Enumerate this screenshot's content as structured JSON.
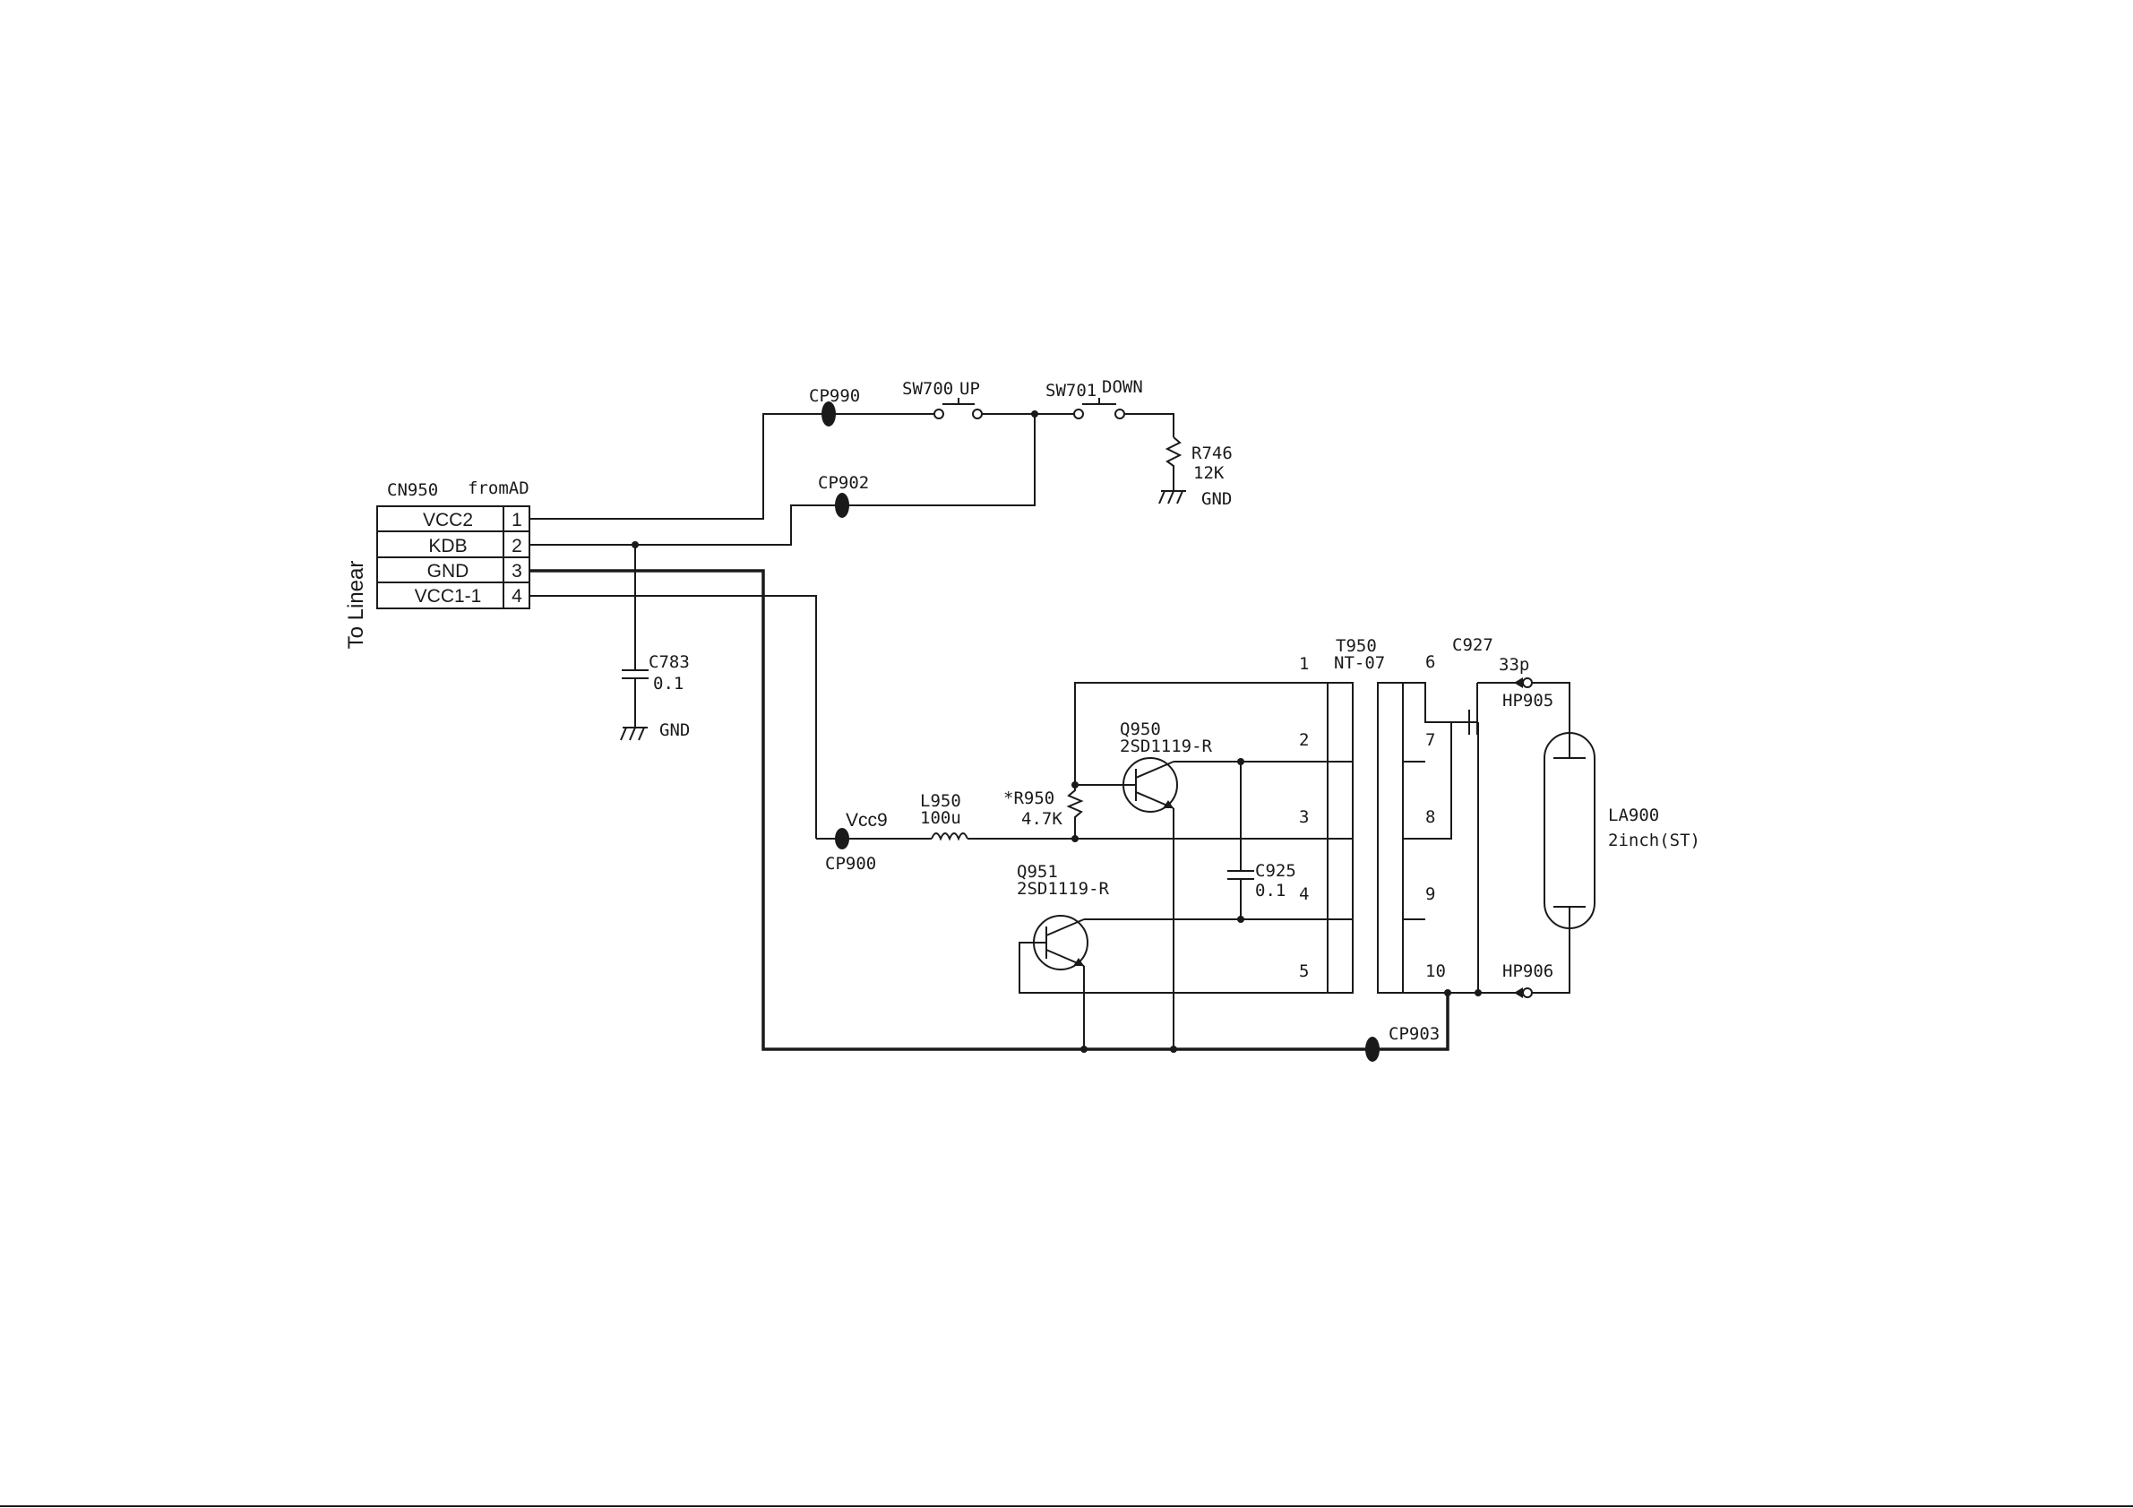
{
  "connector": {
    "ref": "CN950",
    "source": "fromAD",
    "side_label": "To Linear",
    "pins": [
      {
        "num": "1",
        "name": "VCC2"
      },
      {
        "num": "2",
        "name": "KDB"
      },
      {
        "num": "3",
        "name": "GND"
      },
      {
        "num": "4",
        "name": "VCC1-1"
      }
    ]
  },
  "test_points": {
    "cp990": "CP990",
    "cp902": "CP902",
    "cp900": "CP900",
    "cp903": "CP903",
    "vcc9": "Vcc9"
  },
  "switches": {
    "sw700_ref": "SW700",
    "sw700_label": "UP",
    "sw701_ref": "SW701",
    "sw701_label": "DOWN"
  },
  "resistors": {
    "r746_ref": "R746",
    "r746_value": "12K",
    "r950_ref": "*R950",
    "r950_value": "4.7K"
  },
  "capacitors": {
    "c783_ref": "C783",
    "c783_value": "0.1",
    "c925_ref": "C925",
    "c925_value": "0.1",
    "c927_ref": "C927",
    "c927_value": "33p"
  },
  "inductor": {
    "ref": "L950",
    "value": "100u"
  },
  "transistors": {
    "q950_ref": "Q950",
    "q950_part": "2SD1119-R",
    "q951_ref": "Q951",
    "q951_part": "2SD1119-R"
  },
  "transformer": {
    "ref": "T950",
    "part": "NT-07",
    "primary_pins": [
      "1",
      "2",
      "3",
      "4",
      "5"
    ],
    "secondary_pins": [
      "6",
      "7",
      "8",
      "9",
      "10"
    ]
  },
  "lamp": {
    "ref": "LA900",
    "value": "2inch(ST)",
    "hp905": "HP905",
    "hp906": "HP906"
  },
  "gnd_label": "GND"
}
